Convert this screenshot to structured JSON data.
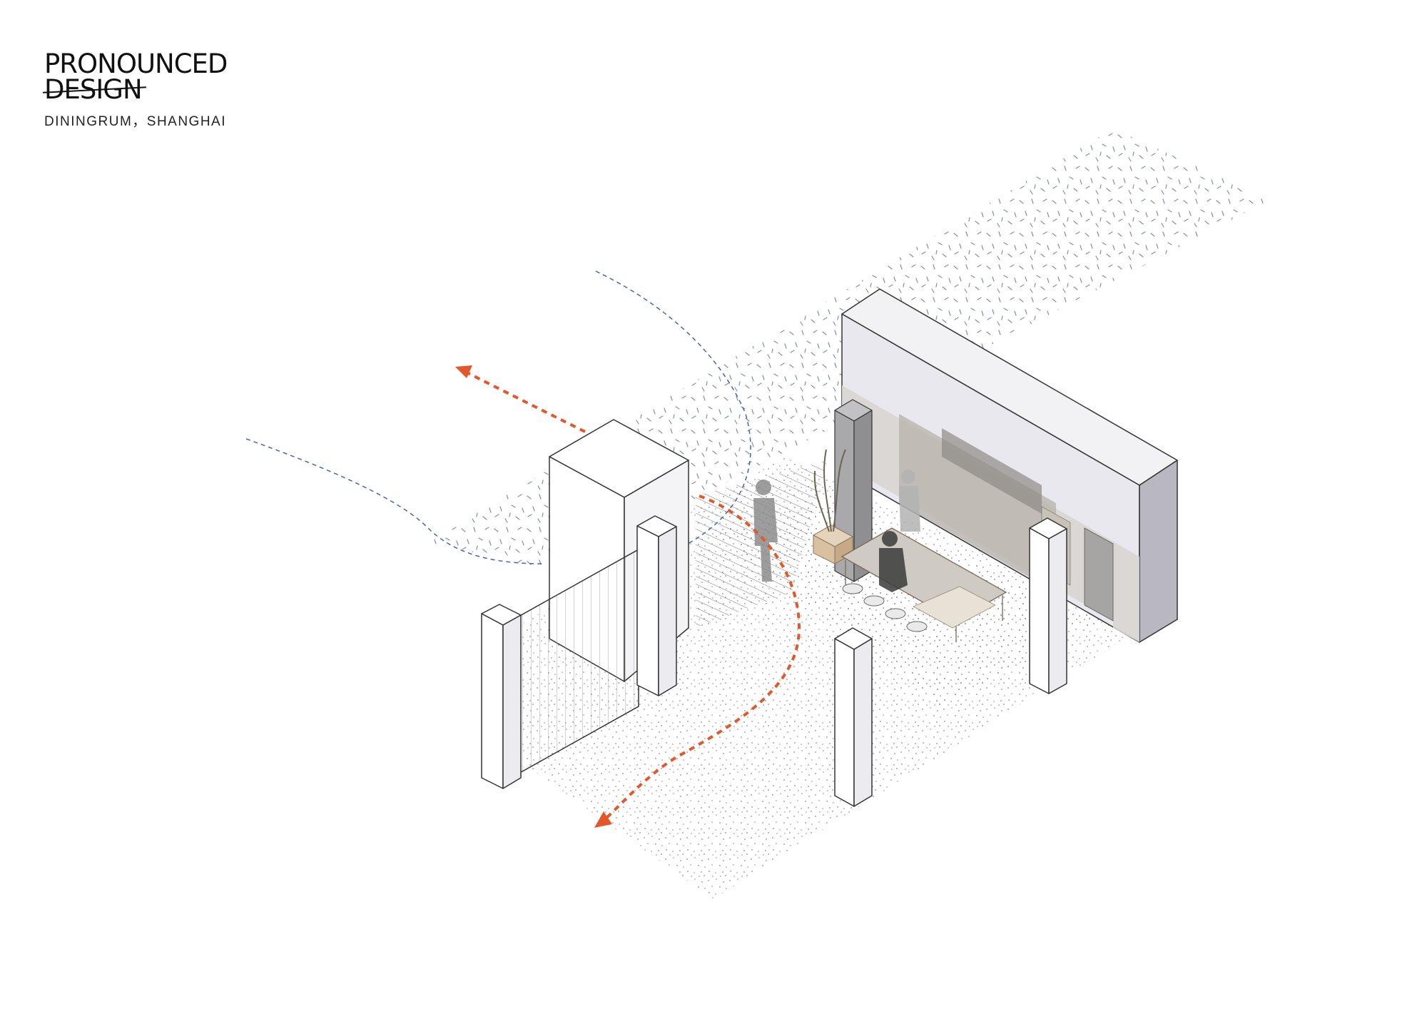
{
  "brand": {
    "line1": "PRONOUNCED",
    "line2": "DESIGN"
  },
  "caption": "DININGRUM，SHANGHAI",
  "colors": {
    "flow_arrow": "#e2582b",
    "dashed_path": "#4a64a8",
    "outline": "#333333",
    "canopy_front": "#e9e8ee",
    "canopy_side": "#b9b8c0",
    "gravel": "#7d7f92"
  }
}
